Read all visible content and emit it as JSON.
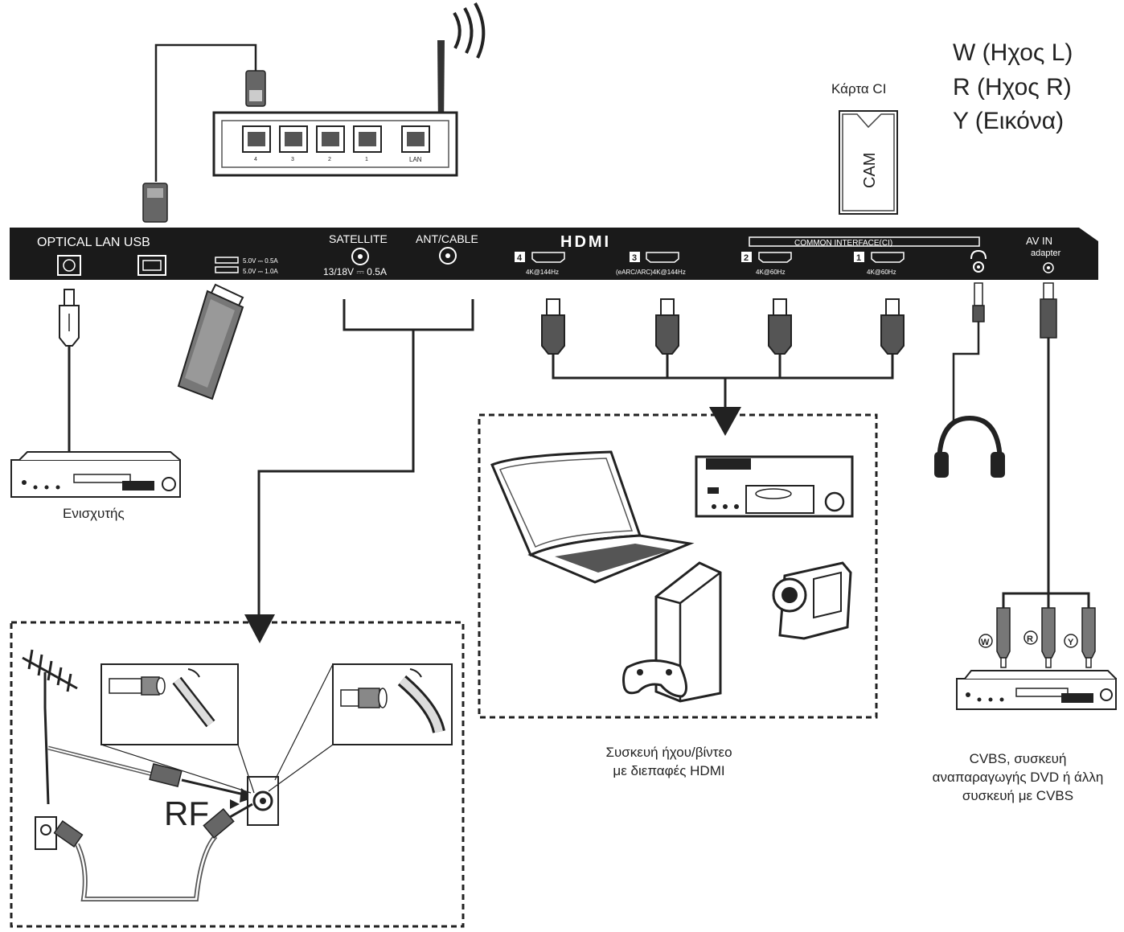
{
  "legend": {
    "w": "W (Ηχος L)",
    "r": "R (Ηχος R)",
    "y": "Y (Εικόνα)"
  },
  "ci_card": {
    "label": "Κάρτα CI",
    "cam": "CAM"
  },
  "panel": {
    "optical_lan_usb": "OPTICAL LAN USB",
    "usb_rating_1": "5.0V ⎓ 0.5A",
    "usb_rating_2": "5.0V ⎓ 1.0A",
    "satellite": "SATELLITE",
    "satellite_rating": "13/18V ⎓ 0.5A",
    "ant_cable": "ANT/CABLE",
    "hdmi_logo": "HDMI",
    "hdmi4_num": "4",
    "hdmi4_spec": "4K@144Hz",
    "hdmi3_num": "3",
    "hdmi3_spec": "(eARC/ARC)4K@144Hz",
    "hdmi2_num": "2",
    "hdmi2_spec": "4K@60Hz",
    "hdmi1_num": "1",
    "hdmi1_spec": "4K@60Hz",
    "common_interface": "COMMON INTERFACE(CI)",
    "av_in": "AV IN",
    "adapter": "adapter"
  },
  "router": {
    "ports": [
      "4",
      "3",
      "2",
      "1"
    ],
    "lan": "LAN"
  },
  "amplifier": {
    "label": "Ενισχυτής"
  },
  "antenna": {
    "rf": "RF"
  },
  "hdmi_devices": {
    "caption_line1": "Συσκευή ήχου/βίντεο",
    "caption_line2": "με διεπαφές HDMI"
  },
  "cvbs": {
    "plug_w": "W",
    "plug_r": "R",
    "plug_y": "Y",
    "caption_line1": "CVBS, συσκευή",
    "caption_line2": "αναπαραγωγής DVD ή άλλη",
    "caption_line3": "συσκευή με CVBS"
  }
}
